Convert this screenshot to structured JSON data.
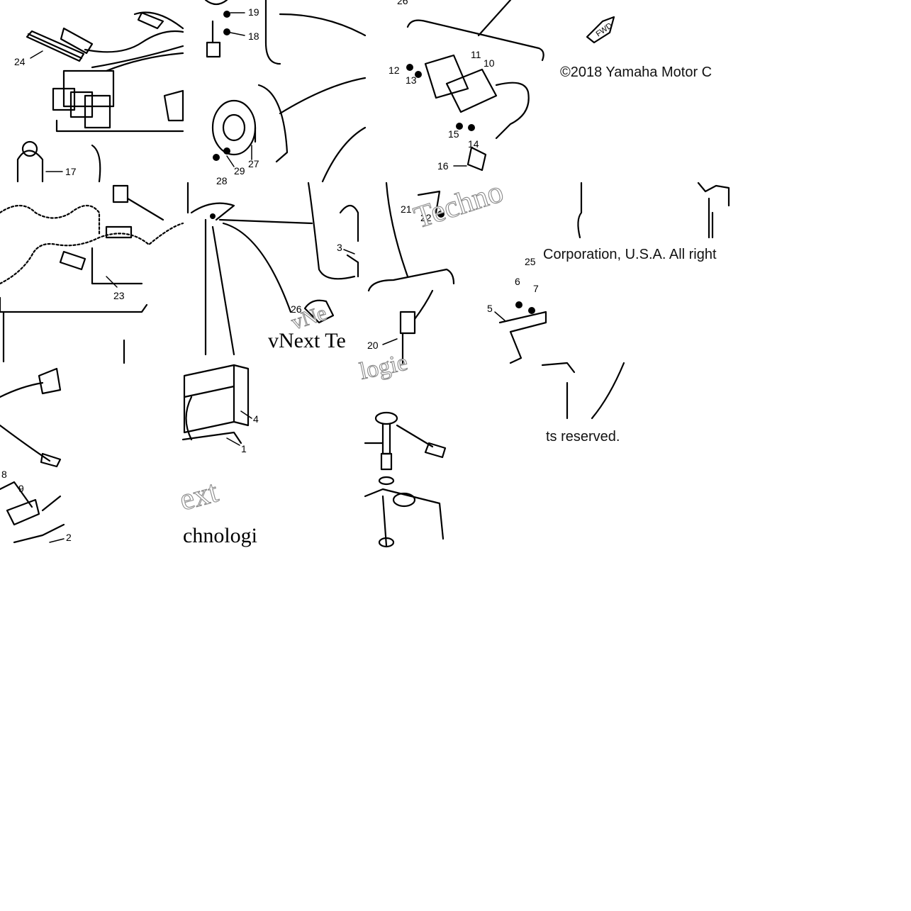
{
  "copyright": {
    "line1": "©2018 Yamaha Motor C",
    "line2": "Corporation, U.S.A. All right",
    "line3": "ts reserved."
  },
  "watermark": {
    "text_a": "Techno",
    "text_b": "vNext Te",
    "text_c": "ext",
    "text_d": "chnologi",
    "text_e": "logie",
    "text_f": "vNe"
  },
  "callouts": {
    "c1": "1",
    "c2": "2",
    "c3": "3",
    "c4": "4",
    "c5": "5",
    "c6": "6",
    "c7": "7",
    "c8": "8",
    "c9": "9",
    "c10": "10",
    "c11": "11",
    "c12": "12",
    "c13": "13",
    "c14": "14",
    "c15": "15",
    "c16": "16",
    "c17": "17",
    "c18": "18",
    "c19": "19",
    "c20": "20",
    "c21": "21",
    "c22": "22",
    "c23": "23",
    "c24": "24",
    "c25": "25",
    "c26": "26",
    "c27": "27",
    "c28": "28",
    "c29": "29"
  },
  "fwd_mark": "FWD"
}
